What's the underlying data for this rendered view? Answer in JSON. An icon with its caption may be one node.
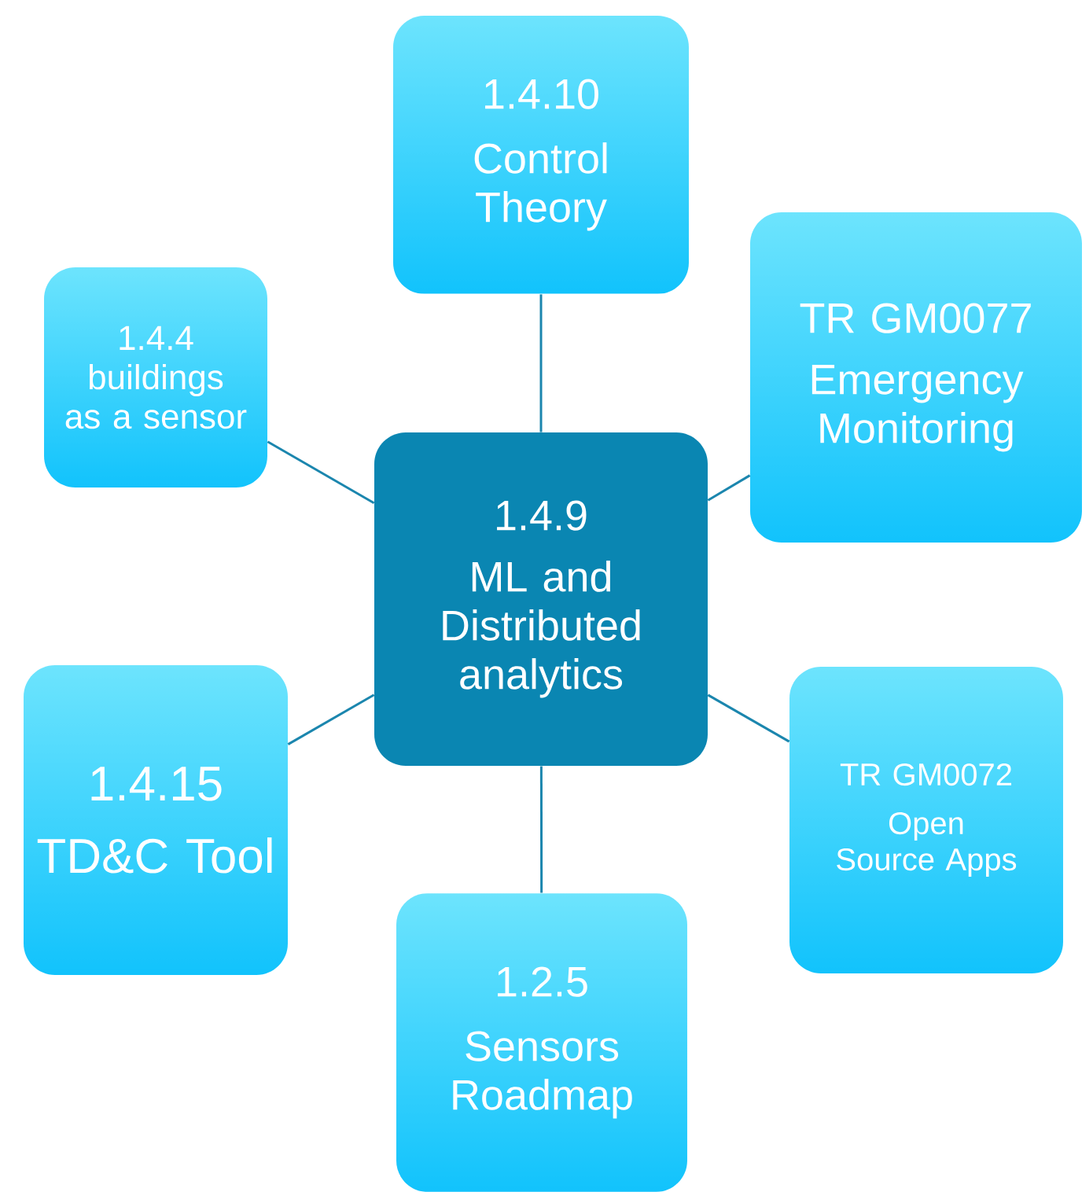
{
  "diagram": {
    "nodes": [
      {
        "text": [
          "1.4.10",
          "Control Theory"
        ]
      },
      {
        "text": [
          "1.4.4",
          "buildings as a sensor"
        ]
      },
      {
        "text": [
          "TR GM0077",
          "Emergency Monitoring"
        ]
      },
      {
        "text": [
          "1.4.9",
          "ML and Distributed analytics"
        ]
      },
      {
        "text": [
          "1.4.15",
          "TD&C Tool"
        ]
      },
      {
        "text": [
          "TR GM0072",
          "Open Source Apps"
        ]
      },
      {
        "text": [
          "1.2.5",
          "Sensors Roadmap"
        ]
      }
    ],
    "edges": [
      {
        "from": 3,
        "to": 0,
        "arrow": "none"
      },
      {
        "from": 3,
        "to": 1,
        "arrow": "none"
      },
      {
        "from": 3,
        "to": 2,
        "arrow": "none"
      },
      {
        "from": 3,
        "to": 4,
        "arrow": "none"
      },
      {
        "from": 3,
        "to": 5,
        "arrow": "none"
      },
      {
        "from": 3,
        "to": 6,
        "arrow": "none"
      }
    ]
  }
}
